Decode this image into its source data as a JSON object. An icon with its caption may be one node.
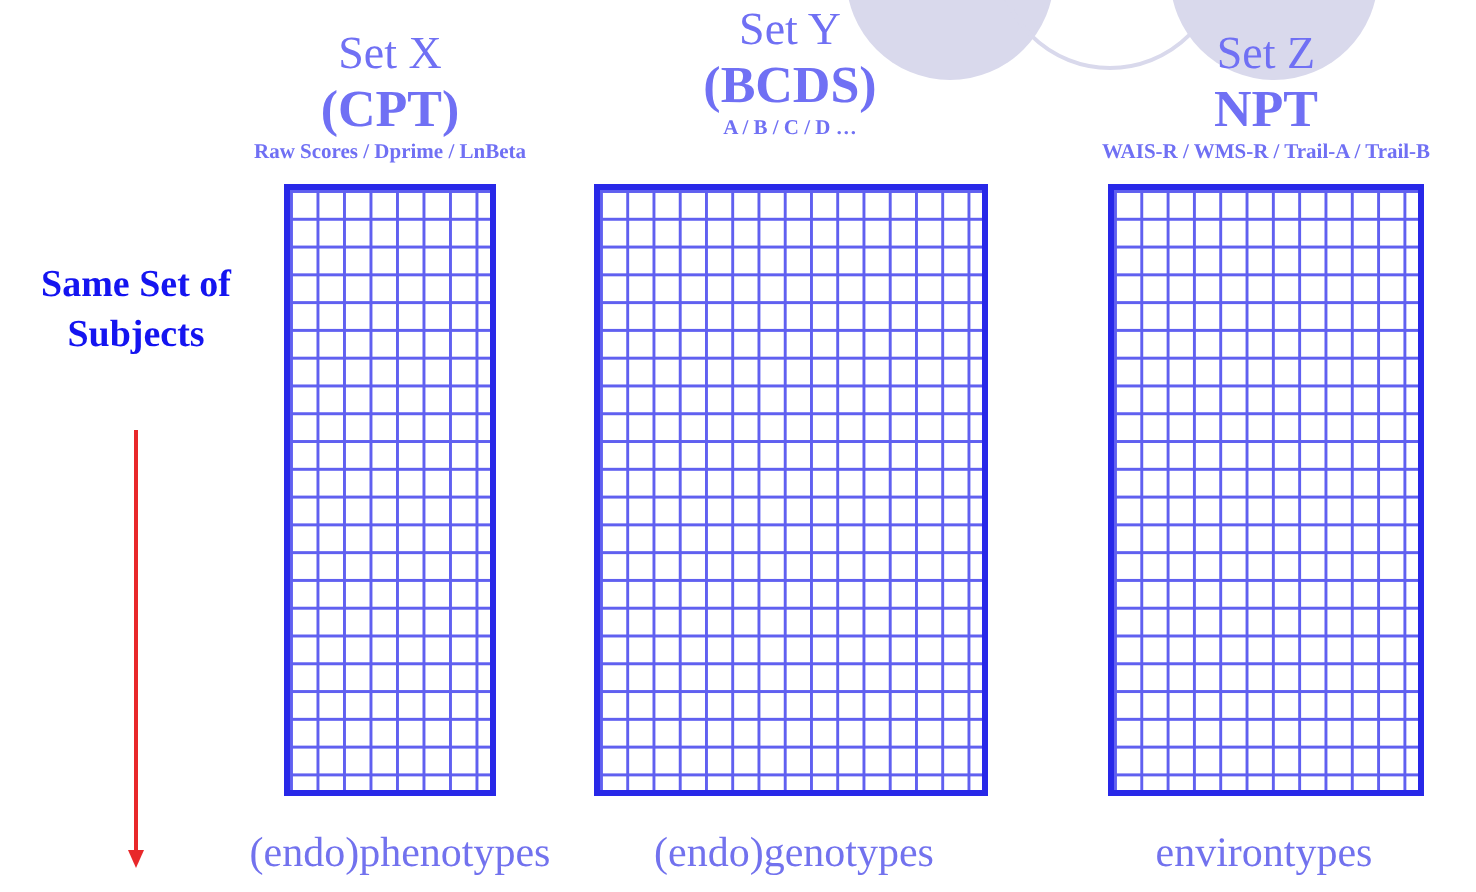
{
  "diagram": {
    "nodes": [
      {
        "text": [
          "Set X",
          "(CPT)",
          "Raw Scores / Dprime / LnBeta"
        ],
        "beside": [
          "(endo)phenotypes"
        ]
      },
      {
        "text": [
          "Set Y",
          "(BCDS)",
          "A / B / C / D …"
        ],
        "beside": [
          "(endo)genotypes"
        ]
      },
      {
        "text": [
          "Set Z",
          "NPT",
          "WAIS-R / WMS-R / Trail-A / Trail-B"
        ],
        "beside": [
          "environtypes"
        ]
      }
    ],
    "edges": [],
    "labels": [
      "Same Set of Subjects"
    ]
  }
}
